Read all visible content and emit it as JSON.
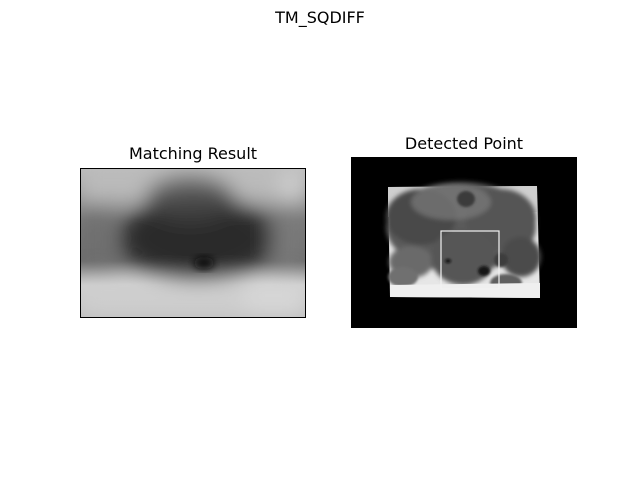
{
  "figure": {
    "suptitle": "TM_SQDIFF"
  },
  "left_axes": {
    "title": "Matching Result",
    "image": "grayscale-match-heatmap"
  },
  "right_axes": {
    "title": "Detected Point",
    "image": "grayscale-bear-photo-with-detection-box"
  },
  "colors": {
    "background": "#ffffff",
    "frame": "#000000",
    "box": "#ffffff"
  }
}
